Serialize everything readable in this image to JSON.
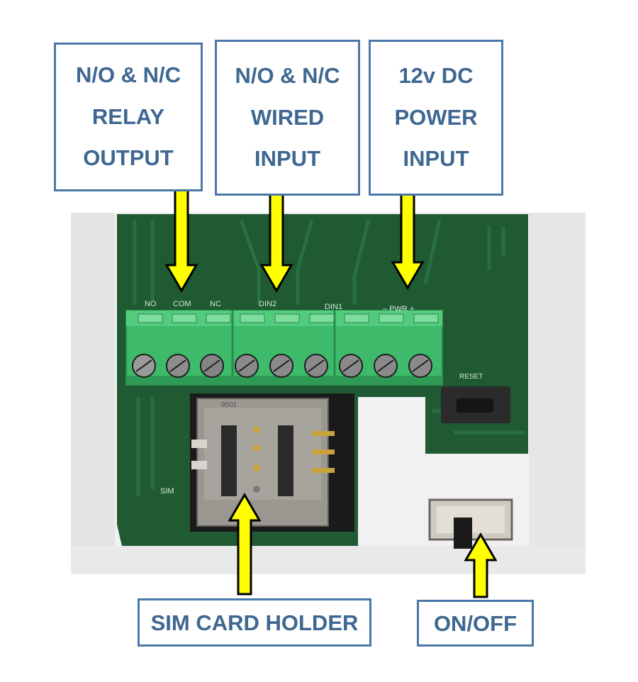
{
  "callouts": {
    "relay_output": {
      "line1": "N/O & N/C",
      "line2": "RELAY",
      "line3": "OUTPUT"
    },
    "wired_input": {
      "line1": "N/O & N/C",
      "line2": "WIRED",
      "line3": "INPUT"
    },
    "power_input": {
      "line1": "12v DC",
      "line2": "POWER",
      "line3": "INPUT"
    },
    "sim_card_holder": {
      "label": "SIM CARD HOLDER"
    },
    "on_off": {
      "label": "ON/OFF"
    }
  },
  "pcb_silkscreen": {
    "no": "NO",
    "com": "COM",
    "nc": "NC",
    "din2": "DIN2",
    "din1": "DIN1",
    "pwr": "– PWR +",
    "reset": "RESET",
    "sim": "SIM",
    "sim_holder_mark": "9501"
  },
  "colors": {
    "callout_text": "#3e6791",
    "callout_border": "#4a78a8",
    "arrow_fill": "#ffff00",
    "arrow_outline": "#000000",
    "pcb_green": "#1f5a33",
    "terminal_green": "#3dbb6a",
    "enclosure_white": "#f1f1f1"
  }
}
